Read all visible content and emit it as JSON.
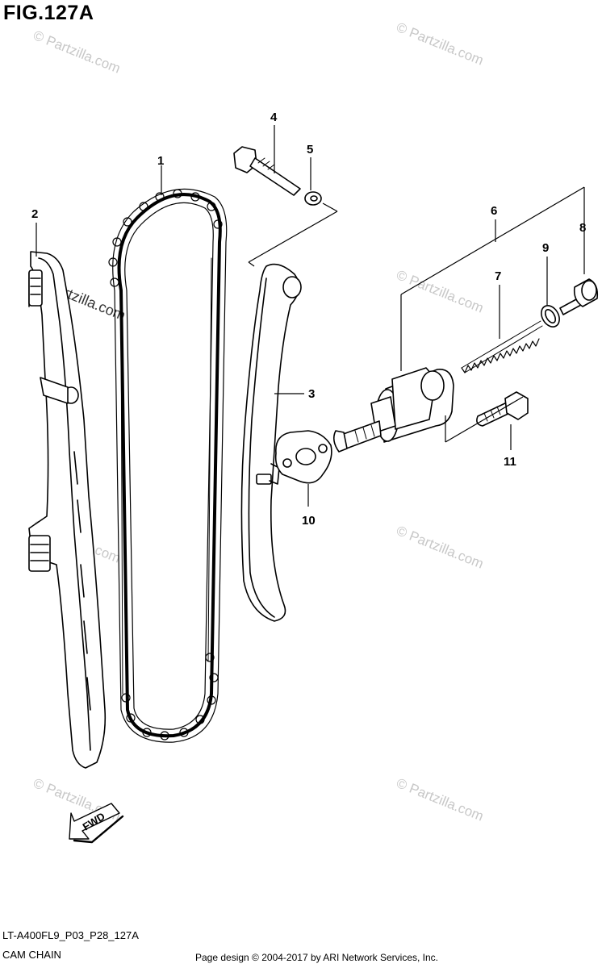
{
  "figure": {
    "title": "FIG.127A",
    "code": "LT-A400FL9_P03_P28_127A",
    "caption": "CAM CHAIN",
    "footer": "Page design © 2004-2017 by ARI Network Services, Inc.",
    "watermark": "© Partzilla.com",
    "fwd_label": "FWD"
  },
  "callouts": [
    "1",
    "2",
    "3",
    "4",
    "5",
    "6",
    "7",
    "8",
    "9",
    "10",
    "11"
  ],
  "colors": {
    "line": "#000000",
    "watermark": "#c8c8c8",
    "background": "#ffffff"
  }
}
